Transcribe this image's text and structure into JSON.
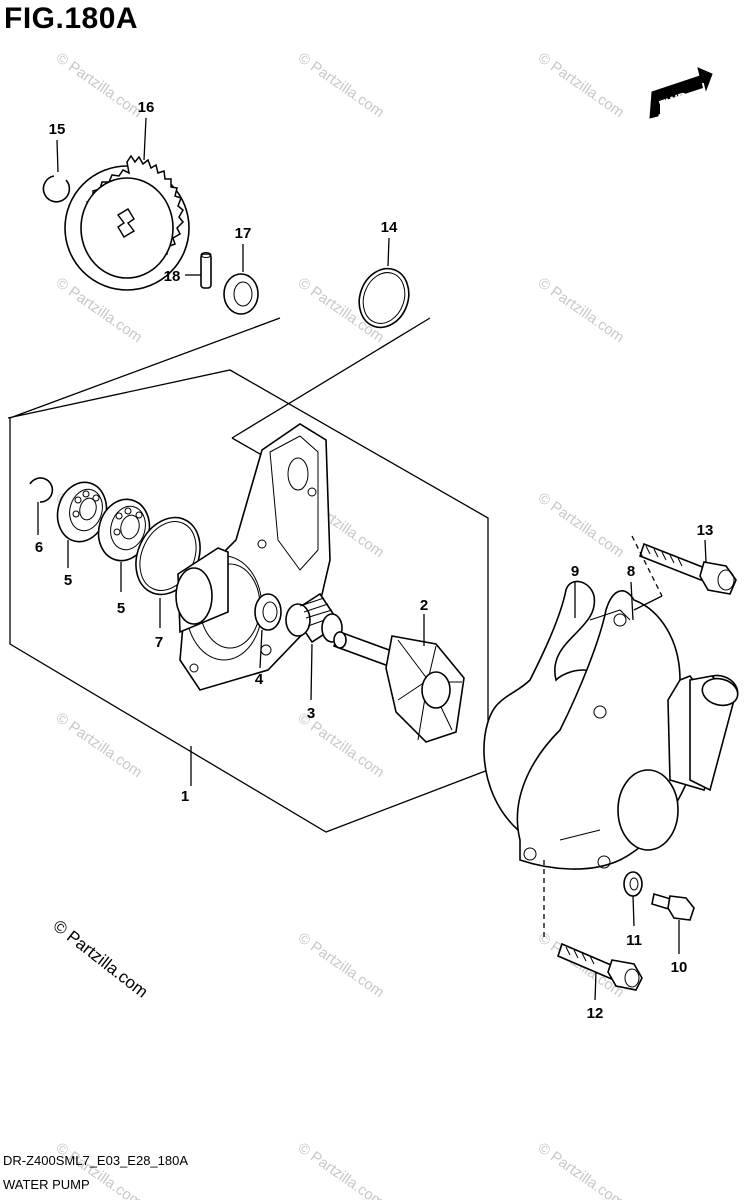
{
  "figure": {
    "title": "FIG.180A",
    "code": "DR-Z400SML7_E03_E28_180A",
    "name": "WATER PUMP"
  },
  "direction_badge": {
    "label": "FWD",
    "icon": "forward-arrow-icon"
  },
  "copyright": "© Partzilla.com",
  "watermark_text": "© Partzilla.com",
  "parts": [
    {
      "num": "1"
    },
    {
      "num": "2"
    },
    {
      "num": "3"
    },
    {
      "num": "4"
    },
    {
      "num": "5"
    },
    {
      "num": "5"
    },
    {
      "num": "6"
    },
    {
      "num": "7"
    },
    {
      "num": "8"
    },
    {
      "num": "9"
    },
    {
      "num": "10"
    },
    {
      "num": "11"
    },
    {
      "num": "12"
    },
    {
      "num": "13"
    },
    {
      "num": "14"
    },
    {
      "num": "15"
    },
    {
      "num": "16"
    },
    {
      "num": "17"
    },
    {
      "num": "18"
    }
  ]
}
